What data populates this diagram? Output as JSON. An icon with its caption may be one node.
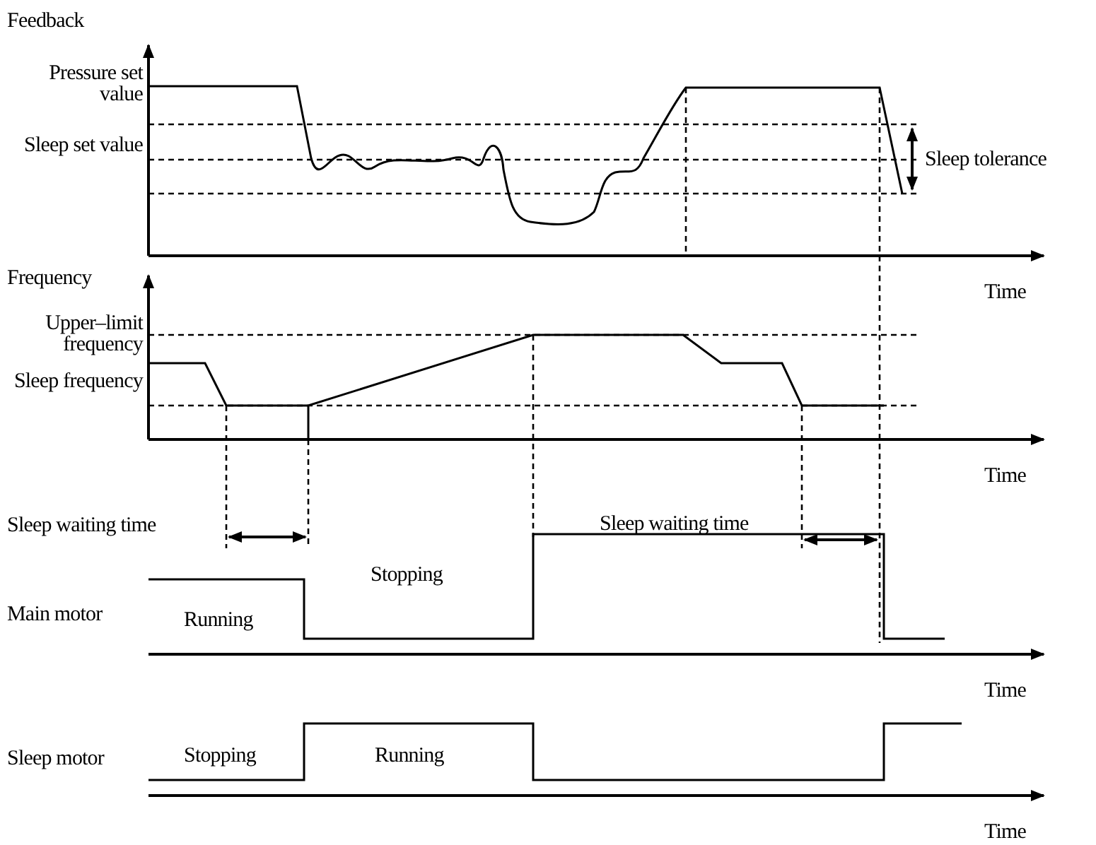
{
  "diagram": {
    "labels": [
      "Feedback",
      "Pressure set value",
      "Sleep set value",
      "Sleep tolerance",
      "Time",
      "Frequency",
      "Upper–limit frequency",
      "Sleep frequency",
      "Time",
      "Sleep waiting time",
      "Sleep waiting time",
      "Main motor",
      "Running",
      "Stopping",
      "Time",
      "Sleep motor",
      "Stopping",
      "Running",
      "Time"
    ]
  }
}
